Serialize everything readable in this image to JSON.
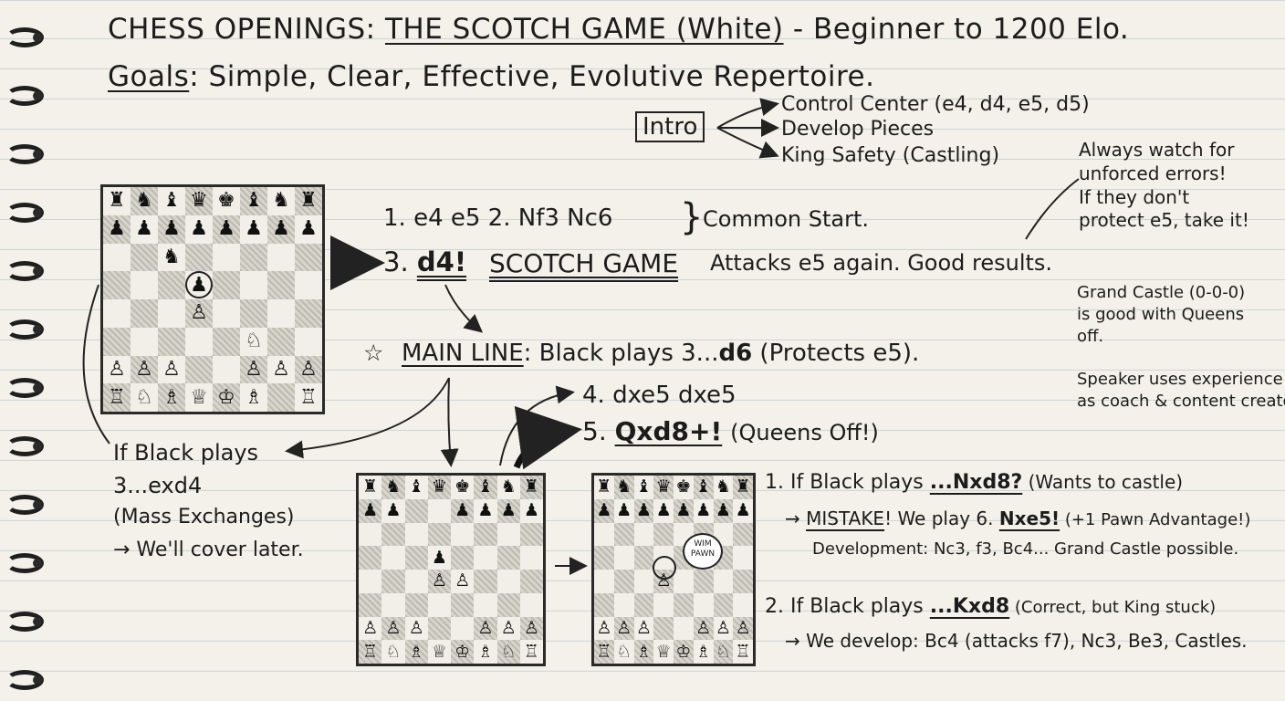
{
  "title": {
    "prefix": "CHESS OPENINGS: ",
    "name": "THE SCOTCH GAME (White)",
    "suffix": " - Beginner to 1200 Elo."
  },
  "goals": {
    "label": "Goals",
    "text": ": Simple, Clear, Effective, Evolutive Repertoire."
  },
  "intro": {
    "label": "Intro",
    "items": [
      "Control Center (e4, d4, e5, d5)",
      "Develop Pieces",
      "King Safety (Castling)"
    ]
  },
  "side_notes": {
    "errors": [
      "Always watch for",
      "unforced errors!",
      "If they don't",
      "protect e5, take it!"
    ],
    "grand_castle": [
      "Grand Castle (0-0-0)",
      "is good with Queens",
      "off."
    ],
    "speaker": [
      "Speaker uses experience",
      "as coach & content creator."
    ]
  },
  "moves": {
    "start": "1. e4  e5  2. Nf3  Nc6",
    "common_start": "Common Start.",
    "move3_num": "3.",
    "move3": "d4!",
    "scotch": "SCOTCH GAME",
    "attacks": "Attacks e5 again. Good results."
  },
  "main_line": {
    "label": "MAIN LINE",
    "text_a": ": Black plays 3...",
    "move": "d6",
    "text_b": " (Protects e5)."
  },
  "line4": "4. dxe5  dxe5",
  "line5": {
    "num": "5.",
    "move": "Qxd8+!",
    "note": "(Queens Off!)"
  },
  "exd4": {
    "line1": "If Black plays",
    "line2": "3...exd4",
    "line3": "(Mass Exchanges)",
    "line4": "→ We'll cover later."
  },
  "option1": {
    "prefix": "1. If Black plays ",
    "move": "...Nxd8?",
    "note": " (Wants to castle)",
    "arrow": "→ ",
    "mistake": "MISTAKE",
    "we_play": "! We play 6. ",
    "reply": "Nxe5!",
    "adv": " (+1 Pawn Advantage!)",
    "dev": "Development: Nc3, f3, Bc4... Grand Castle possible."
  },
  "option2": {
    "prefix": "2. If Black plays ",
    "move": "...Kxd8",
    "note": " (Correct, but King stuck)",
    "dev": "→ We develop: Bc4 (attacks f7), Nc3, Be3, Castles."
  },
  "bubble": [
    "WIM",
    "PAWN"
  ],
  "boards": {
    "board1": [
      "rnbqkbnr",
      "pppppppp",
      "..n.....",
      "...p....",
      "...P....",
      ".....N..",
      "PPP..PPP",
      "RNBQKB.R"
    ],
    "board2": [
      "rnbqkbnr",
      "pp..pppp",
      "........",
      "...p....",
      "...PP...",
      "........",
      "PPP..PPP",
      "RNBQKBNR"
    ],
    "board3": [
      "rnbqkbnr",
      "pppppppp",
      "........",
      "........",
      "...P....",
      "........",
      "PPP..PPP",
      "RNBQKBNR"
    ]
  }
}
